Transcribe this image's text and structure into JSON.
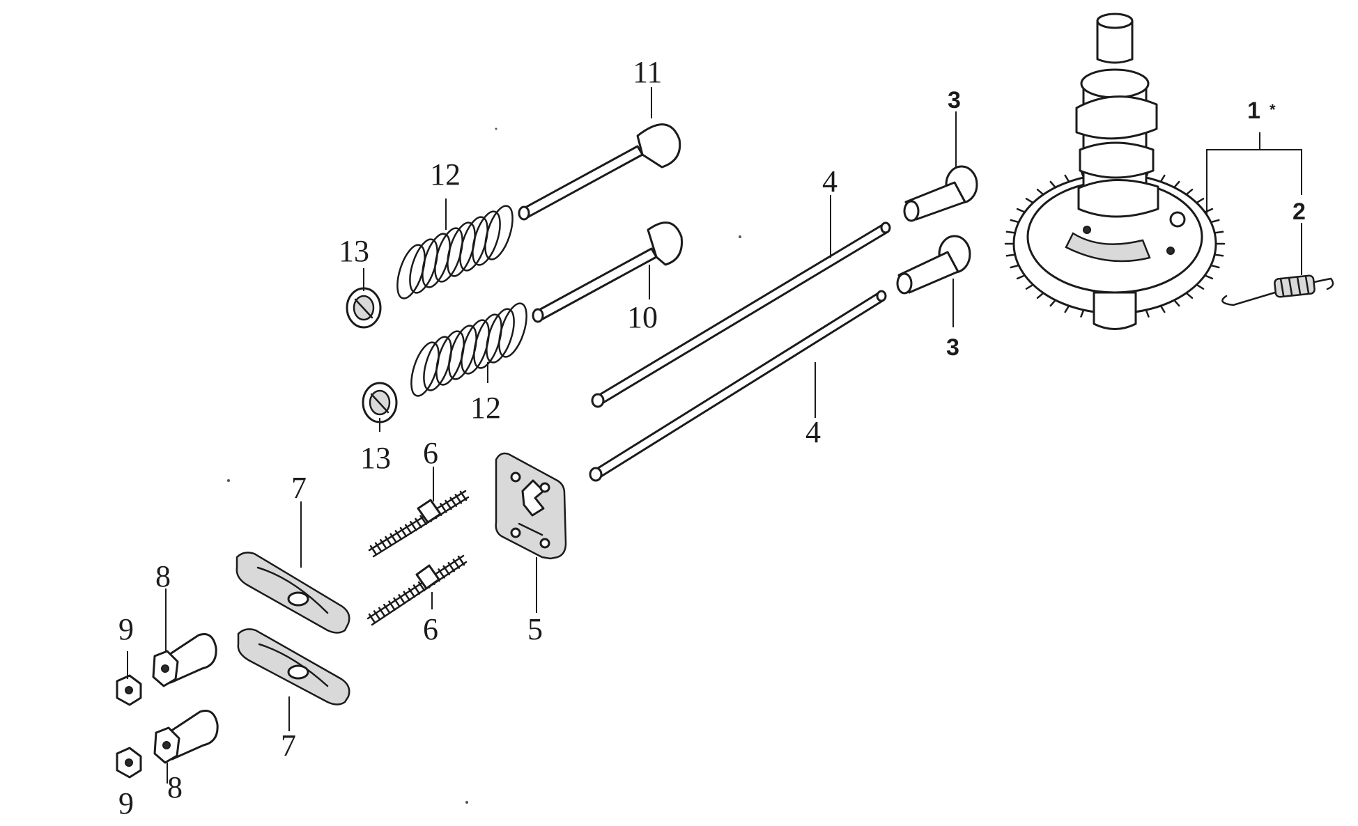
{
  "callouts": {
    "c1": "1",
    "c1_mark": "*",
    "c2": "2",
    "c3a": "3",
    "c3b": "3",
    "c4a": "4",
    "c4b": "4",
    "c5": "5",
    "c6a": "6",
    "c6b": "6",
    "c7a": "7",
    "c7b": "7",
    "c8a": "8",
    "c8b": "8",
    "c9a": "9",
    "c9b": "9",
    "c10": "10",
    "c11": "11",
    "c12a": "12",
    "c12b": "12",
    "c13a": "13",
    "c13b": "13"
  }
}
